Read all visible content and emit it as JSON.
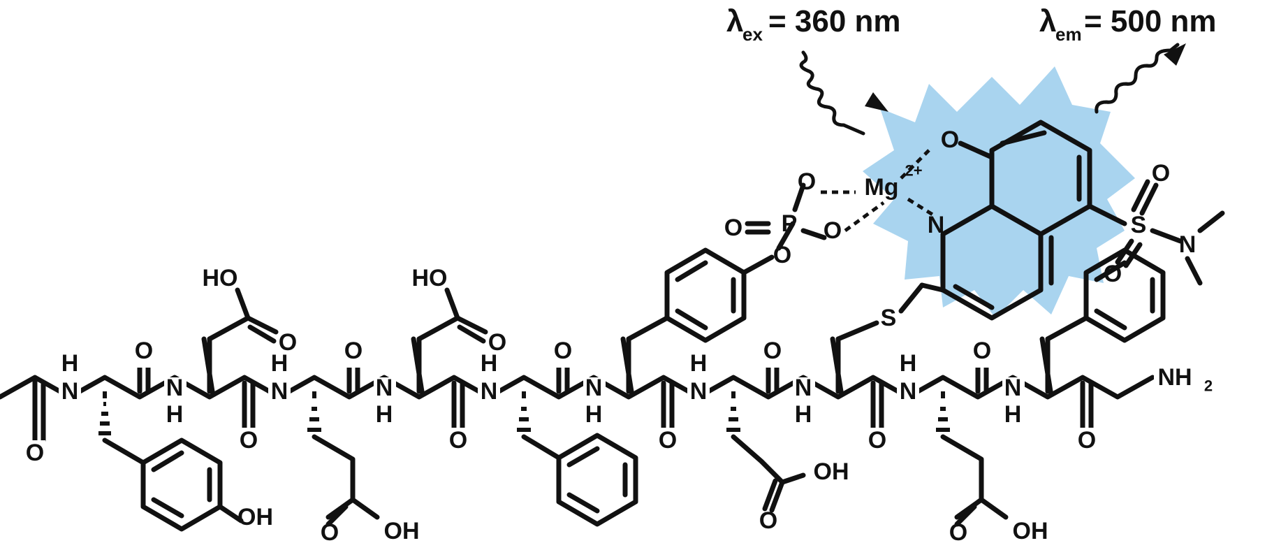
{
  "excitation": {
    "symbol": "λ",
    "sub": "ex",
    "text": " = 360 nm"
  },
  "emission": {
    "symbol": "λ",
    "sub": "em",
    "text": " = 500 nm"
  },
  "atoms": {
    "O": "O",
    "N": "N",
    "H": "H",
    "S": "S",
    "P": "P",
    "HO": "HO",
    "OH": "OH",
    "Mg": "Mg",
    "charge": "2+",
    "NH": "NH",
    "H2sub": "2"
  },
  "colors": {
    "glow": "#a9d4ef",
    "ring_fill": "#5fb4e6",
    "ink": "#111111"
  }
}
